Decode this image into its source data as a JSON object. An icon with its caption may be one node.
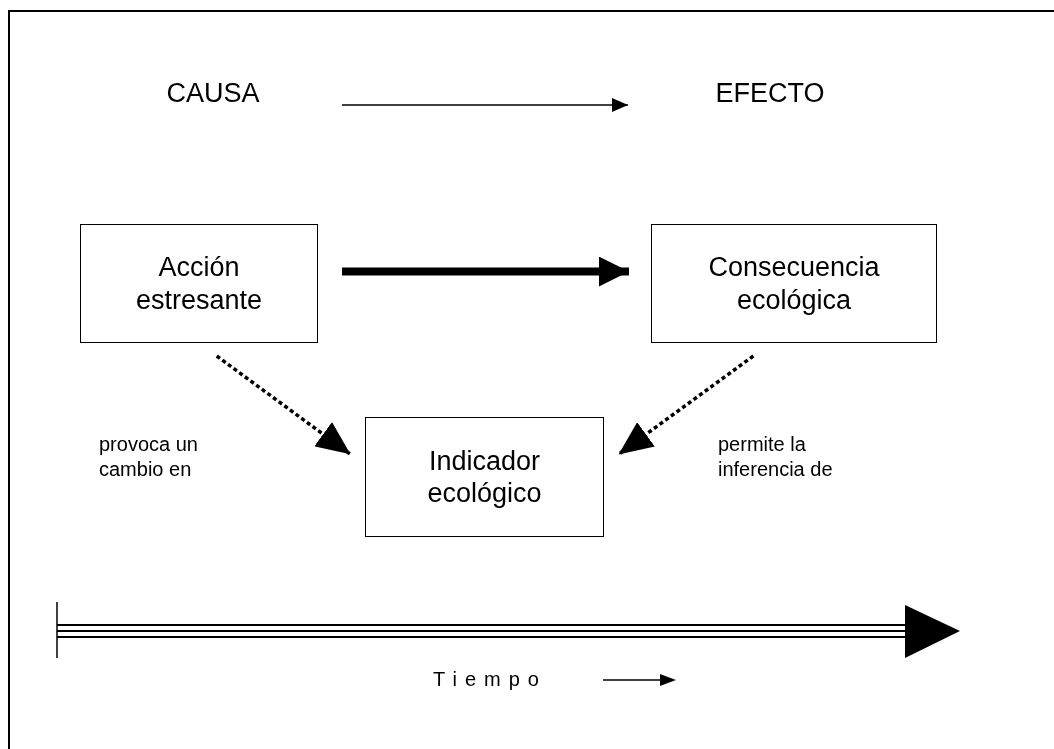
{
  "diagram": {
    "nodes": [
      {
        "text": [
          "CAUSA"
        ]
      },
      {
        "text": [
          "EFECTO"
        ]
      },
      {
        "text": [
          "Acción estresante"
        ]
      },
      {
        "text": [
          "Consecuencia ecológica"
        ]
      },
      {
        "text": [
          "Indicador ecológico"
        ]
      }
    ],
    "edges": [
      {
        "from": 0,
        "to": 1,
        "arrow": "to"
      },
      {
        "from": 2,
        "to": 3,
        "arrow": "to",
        "style": "thick"
      },
      {
        "from": 2,
        "to": 4,
        "arrow": "to",
        "style": "dashed",
        "label": "provoca un cambio en"
      },
      {
        "from": 3,
        "to": 4,
        "arrow": "to",
        "style": "dashed",
        "label": "permite la inferencia de"
      }
    ],
    "labels": [
      "Tiempo"
    ]
  }
}
